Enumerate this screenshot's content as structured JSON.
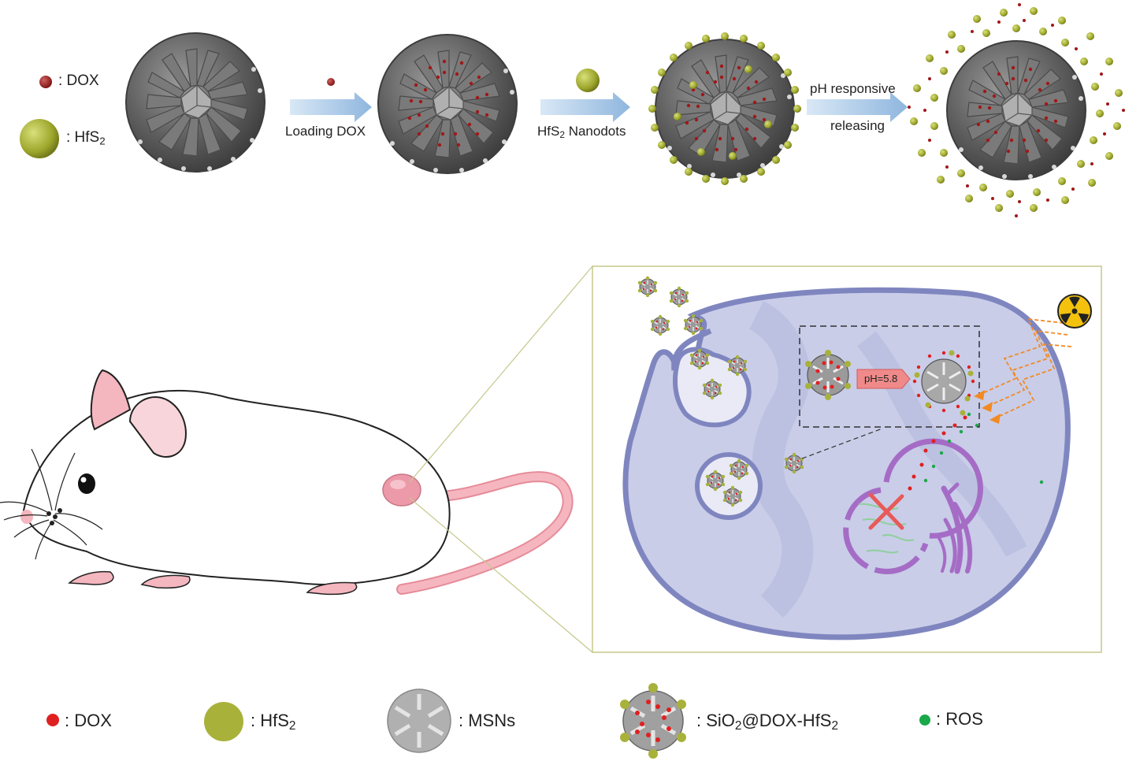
{
  "top_legend": {
    "dox_label": ": DOX",
    "hfs2_label_main": ": HfS",
    "hfs2_label_sub": "2"
  },
  "steps": {
    "loading_dox": "Loading DOX",
    "hfs2_main": "HfS",
    "hfs2_sub": "2",
    "hfs2_rest": " Nanodots",
    "ph_line1": "pH responsive",
    "ph_line2": "releasing"
  },
  "cell": {
    "ph_value": "pH=5.8"
  },
  "bottom_legend": {
    "dox": ": DOX",
    "hfs2_main": ": HfS",
    "hfs2_sub": "2",
    "msns": ": MSNs",
    "composite_main": ": SiO",
    "composite_sub1": "2",
    "composite_mid": "@DOX-HfS",
    "composite_sub2": "2",
    "ros": ": ROS"
  },
  "colors": {
    "dox_red": "#e02020",
    "dox_dark": "#8b1a1a",
    "hfs2_green": "#a8b23a",
    "ros_green": "#1aa84a",
    "particle_gray": "#6e6e6e",
    "cell_fill": "#c9cde8",
    "cell_border": "#7f86bf",
    "nucleus_purple": "#a56cc6",
    "mouse_pink": "#f4b6bf",
    "arrow_blue": "#a9c8e8",
    "radiation_yellow": "#f4c20d"
  }
}
